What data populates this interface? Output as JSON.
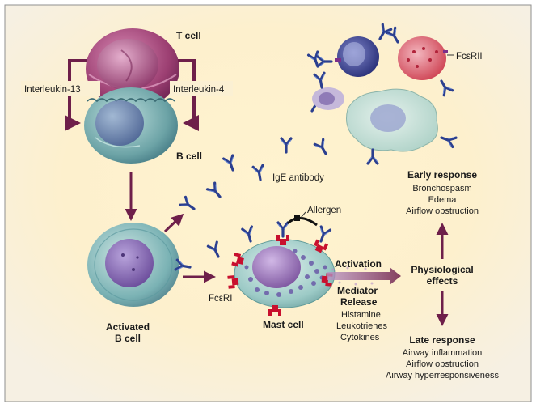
{
  "labels": {
    "t_cell": "T cell",
    "interleukin_13": "Interleukin-13",
    "interleukin_4": "Interleukin-4",
    "b_cell": "B cell",
    "activated_b_cell_line1": "Activated",
    "activated_b_cell_line2": "B cell",
    "ige_antibody": "IgE antibody",
    "fce_rii": "FcεRII",
    "allergen": "Allergen",
    "fce_ri": "FcεRI",
    "mast_cell": "Mast cell",
    "activation": "Activation",
    "mediator_release_line1": "Mediator",
    "mediator_release_line2": "Release",
    "mediators": [
      "Histamine",
      "Leukotrienes",
      "Cytokines"
    ],
    "physiological_effects_line1": "Physiological",
    "physiological_effects_line2": "effects",
    "early_response": "Early response",
    "early_items": [
      "Bronchospasm",
      "Edema",
      "Airflow obstruction"
    ],
    "late_response": "Late response",
    "late_items": [
      "Airway inflammation",
      "Airflow obstruction",
      "Airway hyperresponsiveness"
    ]
  },
  "colors": {
    "arrow": "#6e1f4a",
    "background_glow": "#fbeec3",
    "antibody": "#2b3f8f",
    "receptor": "#c8102e",
    "t_cell": "#a84b7c",
    "b_cell": "#6fa9a8",
    "activated_b_cell": "#8f7ec0",
    "mast_cell": "#a8d4d0"
  }
}
